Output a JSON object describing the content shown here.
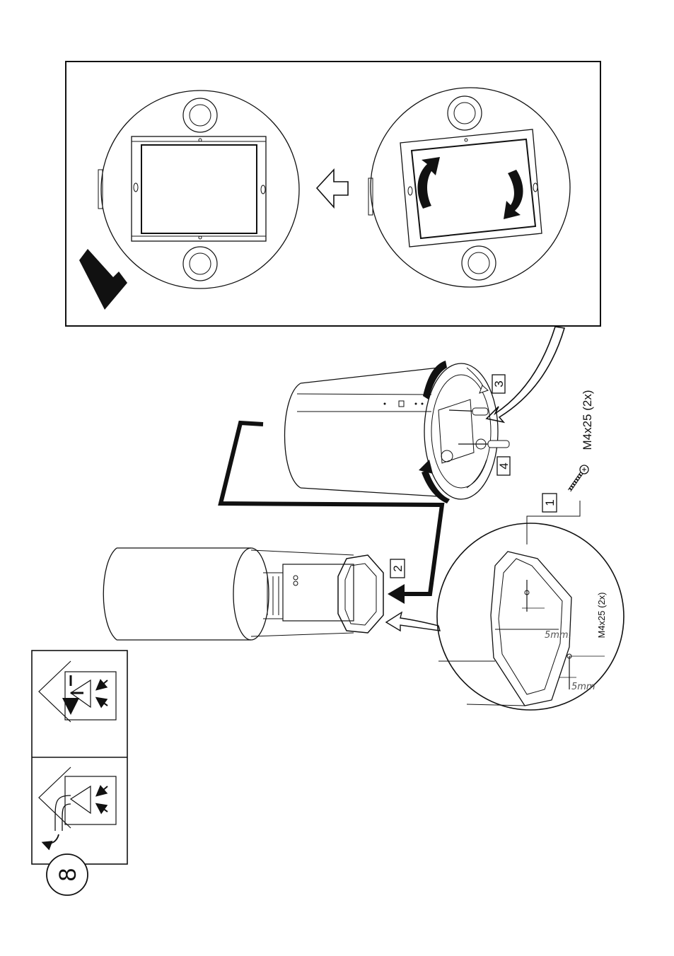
{
  "page": {
    "number": "8"
  },
  "steps": {
    "s1": "1",
    "s2": "2",
    "s3": "3",
    "s4": "4"
  },
  "parts": {
    "screw_main": "M4x25 (2x)",
    "screw_detail": "M4x25 (2x)",
    "gap_1": "5mm.",
    "gap_2": "5mm"
  },
  "colors": {
    "ink": "#111111",
    "paper": "#ffffff"
  }
}
